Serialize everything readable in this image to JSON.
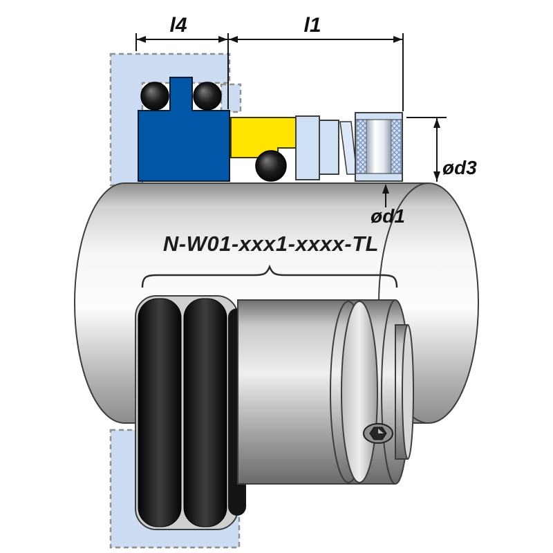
{
  "diagram": {
    "type": "technical-cross-section",
    "part_number": "N-W01-xxx1-xxxx-TL",
    "dimensions": {
      "l4": "l4",
      "l1": "l1",
      "d3": "ød3",
      "d1": "ød1"
    },
    "colors": {
      "background": "#ffffff",
      "seat_blue": "#0057a8",
      "ring_yellow": "#ffe400",
      "component_blue": "#cfe0f4",
      "component_blue_light": "#dde9f8",
      "housing_fill": "#ccdcf2",
      "housing_dash": "#8f8f8f",
      "elastomer_black": "#111111",
      "outline": "#1a1a1a"
    }
  }
}
